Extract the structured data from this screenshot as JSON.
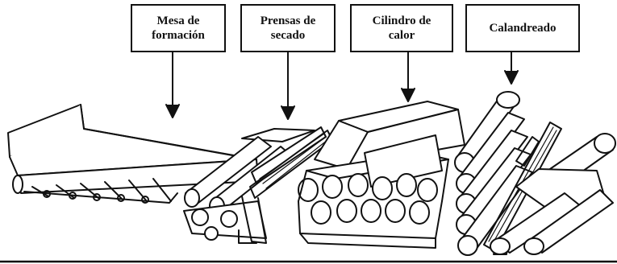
{
  "labels": [
    {
      "line1": "Mesa de",
      "line2": "formación"
    },
    {
      "line1": "Prensas de",
      "line2": "secado"
    },
    {
      "line1": "Cilindro de",
      "line2": "calor"
    },
    {
      "line1": "Calandreado",
      "line2": ""
    }
  ],
  "colors": {
    "ink": "#111111",
    "paper": "#ffffff"
  }
}
